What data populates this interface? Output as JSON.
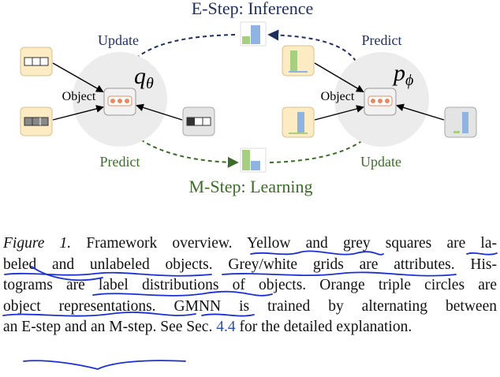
{
  "figure": {
    "top_title": "E-Step: Inference",
    "bottom_title": "M-Step: Learning",
    "left_model": {
      "symbol": "q",
      "subscript": "θ",
      "update_label": "Update",
      "predict_label": "Predict",
      "object_label": "Object"
    },
    "right_model": {
      "symbol": "p",
      "subscript": "ϕ",
      "update_label": "Update",
      "predict_label": "Predict",
      "object_label": "Object"
    },
    "colors": {
      "labeled_fill": "#fdebc3",
      "unlabeled_fill": "#e4e4e4",
      "circle_fill": "#ececec",
      "estep_arrow": "#1f2f5c",
      "mstep_arrow": "#3d6b2a",
      "estep_text": "#1f2f5c",
      "mstep_text": "#3d6b2a",
      "hist_green": "#a6d07f",
      "hist_blue": "#8fb3e3",
      "orange_circles": "#e58b64"
    }
  },
  "caption": {
    "figure_label": "Figure 1.",
    "line1_rest": " Framework overview.  Yellow and grey squares are la-",
    "line2": "beled and unlabeled objects. Grey/white grids are attributes. His-",
    "line3": "tograms are label distributions of objects. Orange triple circles are",
    "line4": "object representations. GMNN is trained by alternating between",
    "line5_pre": "an E-step and an M-step. See Sec. ",
    "section_ref": "4.4",
    "line5_post": " for the detailed explanation."
  }
}
